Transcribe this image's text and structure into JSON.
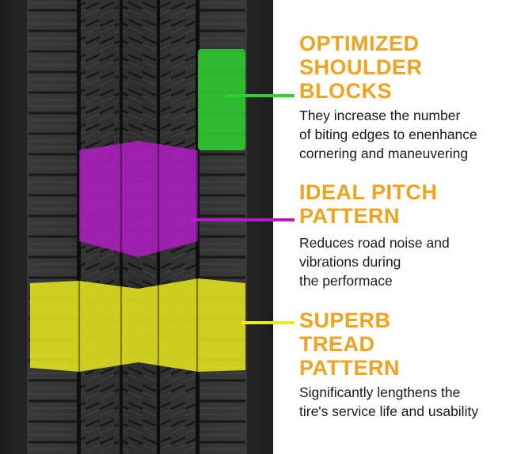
{
  "colors": {
    "title": "#f2a31b",
    "shoulder_highlight": "#2ed12e",
    "pitch_highlight": "#b21ec4",
    "tread_highlight": "#eaea1e",
    "tire_rubber": "#2b2b2b"
  },
  "features": [
    {
      "id": "shoulder",
      "title_lines": [
        "OPTIMIZED",
        "SHOULDER",
        "BLOCKS"
      ],
      "desc_lines": [
        "They increase the number",
        "of biting edges to enenhance",
        "cornering and maneuvering"
      ]
    },
    {
      "id": "pitch",
      "title_lines": [
        "IDEAL PITCH",
        "PATTERN"
      ],
      "desc_lines": [
        "Reduces road noise and",
        "vibrations during",
        "the performace"
      ]
    },
    {
      "id": "tread",
      "title_lines": [
        "SUPERB",
        "TREAD",
        "PATTERN"
      ],
      "desc_lines": [
        "Significantly lengthens the",
        "tire's service life and usability"
      ]
    }
  ]
}
